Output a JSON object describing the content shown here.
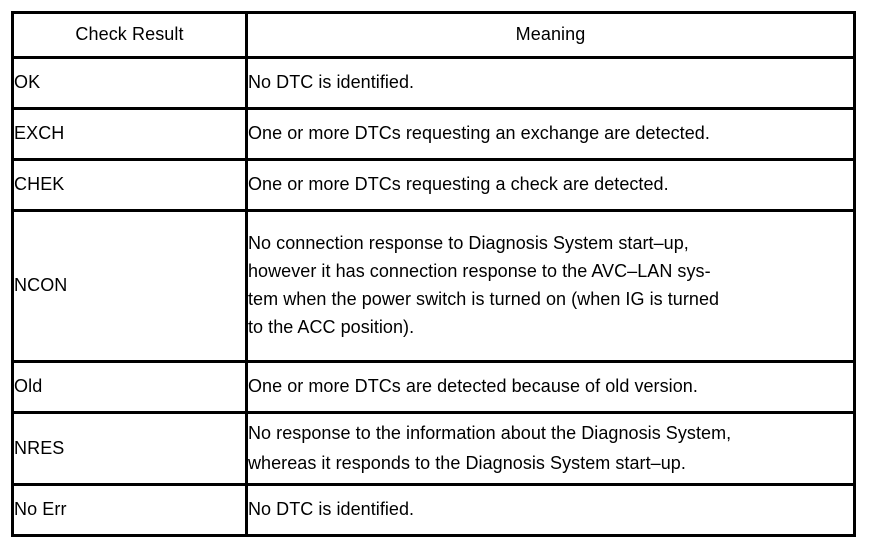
{
  "table": {
    "columns": [
      {
        "key": "check_result",
        "header": "Check Result"
      },
      {
        "key": "meaning",
        "header": "Meaning"
      }
    ],
    "rows": [
      {
        "check_result": "OK",
        "meaning_lines": [
          "No DTC is identified."
        ]
      },
      {
        "check_result": "EXCH",
        "meaning_lines": [
          "One or more DTCs requesting an exchange are detected."
        ]
      },
      {
        "check_result": "CHEK",
        "meaning_lines": [
          "One or more DTCs requesting a check are detected."
        ]
      },
      {
        "check_result": "NCON",
        "meaning_lines": [
          "No connection response to Diagnosis System start–up,",
          "however it has connection response to the AVC–LAN sys-",
          "tem when the power switch is turned on (when IG is turned",
          "to the ACC position)."
        ]
      },
      {
        "check_result": "Old",
        "meaning_lines": [
          "One or more DTCs are detected because of old version."
        ]
      },
      {
        "check_result": "NRES",
        "meaning_lines": [
          "No response to the information about the Diagnosis System,",
          "whereas it responds to the Diagnosis System start–up."
        ]
      },
      {
        "check_result": "No Err",
        "meaning_lines": [
          "No DTC is identified."
        ]
      }
    ]
  },
  "colors": {
    "border": "#000000",
    "text": "#000000",
    "background": "#ffffff"
  }
}
